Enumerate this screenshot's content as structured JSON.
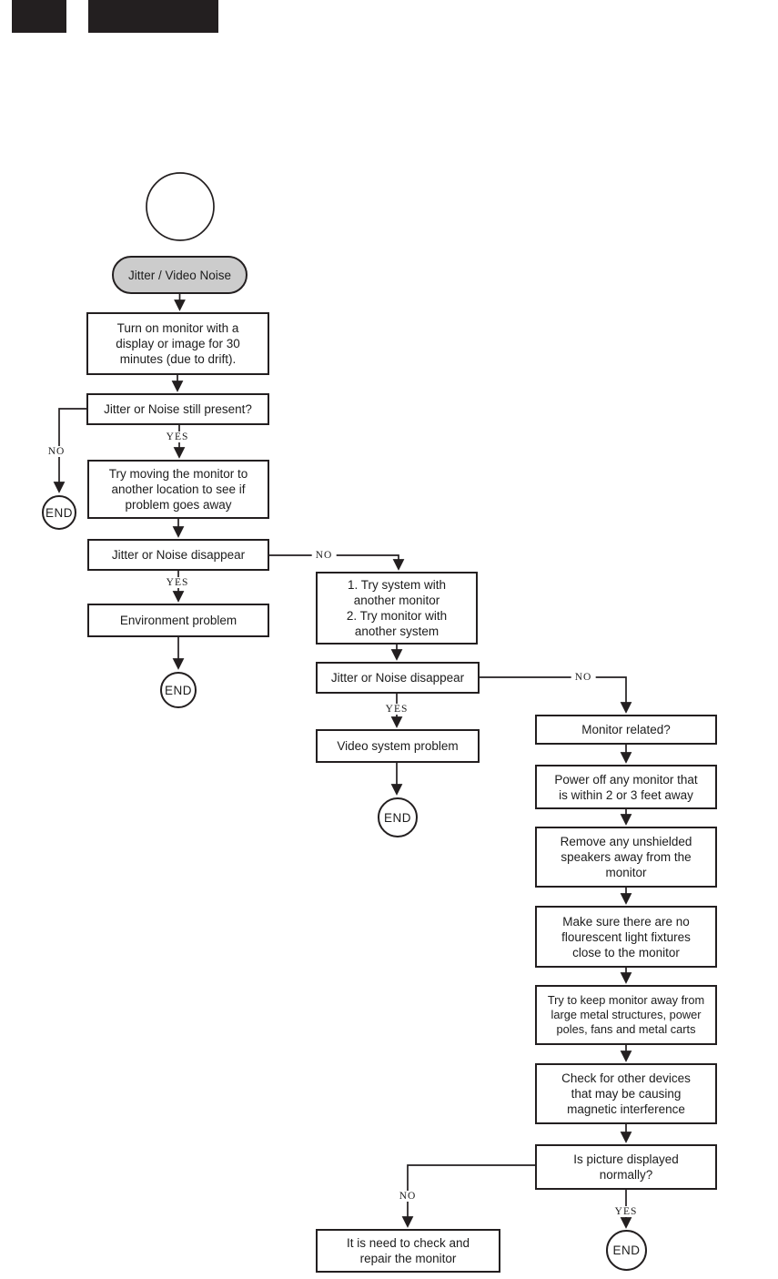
{
  "colors": {
    "ink": "#231f20",
    "terminator_fill": "#cccccc",
    "background": "#ffffff"
  },
  "flowchart": {
    "start": {
      "label": "Jitter / Video Noise"
    },
    "end_label": "END",
    "branch_labels": {
      "yes": "YES",
      "no": "NO"
    },
    "nodes": {
      "turn_on": {
        "label": "Turn on monitor with a\ndisplay or image for 30\nminutes (due to drift)."
      },
      "still_present": {
        "label": "Jitter or Noise still present?"
      },
      "try_moving": {
        "label": "Try moving the monitor to\nanother location to see if\nproblem goes away"
      },
      "disappear_1": {
        "label": "Jitter or Noise disappear"
      },
      "environment": {
        "label": "Environment problem"
      },
      "try_system": {
        "label": "1. Try system with\nanother monitor\n2. Try monitor with\nanother system"
      },
      "disappear_2": {
        "label": "Jitter or Noise disappear"
      },
      "video_system": {
        "label": "Video system problem"
      },
      "monitor_related": {
        "label": "Monitor related?"
      },
      "power_off": {
        "label": "Power off any monitor that\nis within 2 or 3 feet away"
      },
      "remove_speakers": {
        "label": "Remove any unshielded\nspeakers away from the\nmonitor"
      },
      "fluorescent": {
        "label": "Make sure there are no\nflourescent light fixtures\nclose to the monitor"
      },
      "keep_away": {
        "label": "Try to keep monitor away from\nlarge metal structures, power\npoles, fans and metal carts"
      },
      "check_devices": {
        "label": "Check for other devices\nthat may be causing\nmagnetic interference"
      },
      "picture_normal": {
        "label": "Is picture displayed\nnormally?"
      },
      "repair": {
        "label": "It is need to check and\nrepair the monitor"
      }
    }
  }
}
